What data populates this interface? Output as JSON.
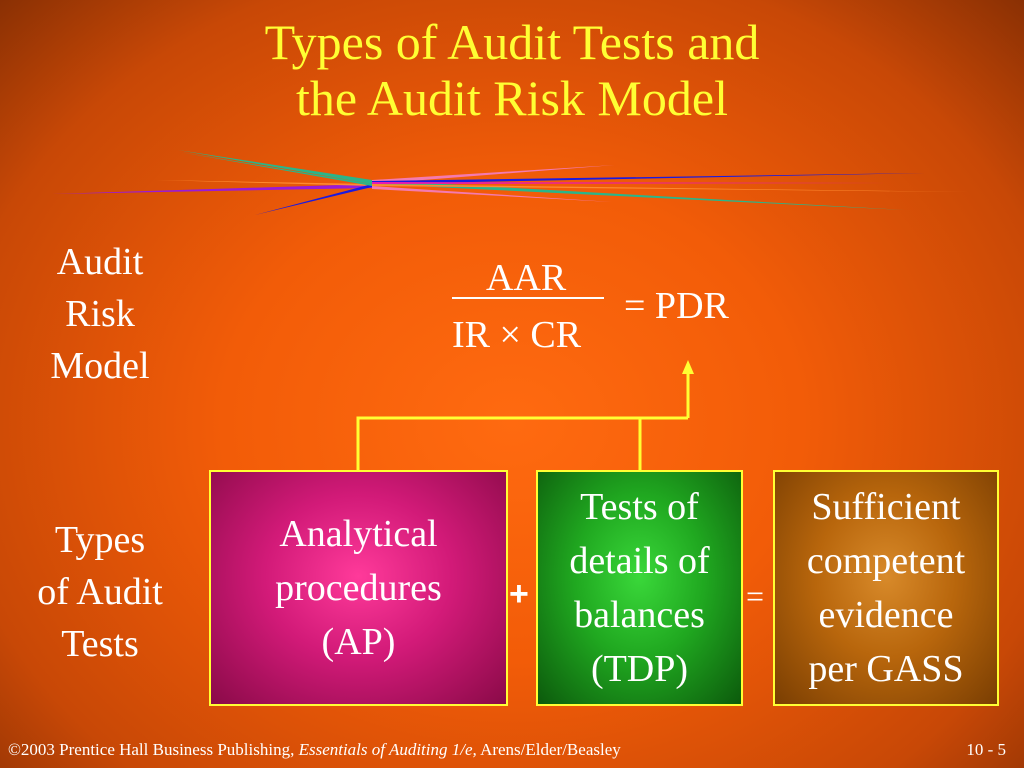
{
  "slide": {
    "title_line1": "Types of Audit Tests and",
    "title_line2": "the Audit Risk Model"
  },
  "labels": {
    "risk_model": [
      "Audit",
      "Risk",
      "Model"
    ],
    "test_types": [
      "Types",
      "of Audit",
      "Tests"
    ]
  },
  "formula": {
    "numerator": "AAR",
    "denominator": "IR × CR",
    "result": "= PDR"
  },
  "boxes": {
    "analytical": [
      "Analytical",
      "procedures",
      "(AP)"
    ],
    "details": [
      "Tests of",
      "details of",
      "balances",
      "(TDP)"
    ],
    "evidence": [
      "Sufficient",
      "competent",
      "evidence",
      "per GASS"
    ]
  },
  "operators": {
    "plus": "+",
    "equals": "="
  },
  "colors": {
    "title": "#ffff33",
    "connector": "#ffff33",
    "analytical_box": "#d21a78",
    "details_box": "#20a820",
    "evidence_box": "#b8660c"
  },
  "footer": {
    "copyright": "©2003 Prentice Hall Business Publishing, ",
    "book": "Essentials of Auditing 1/e,",
    "authors": " Arens/Elder/Beasley",
    "page": "10 - 5"
  }
}
